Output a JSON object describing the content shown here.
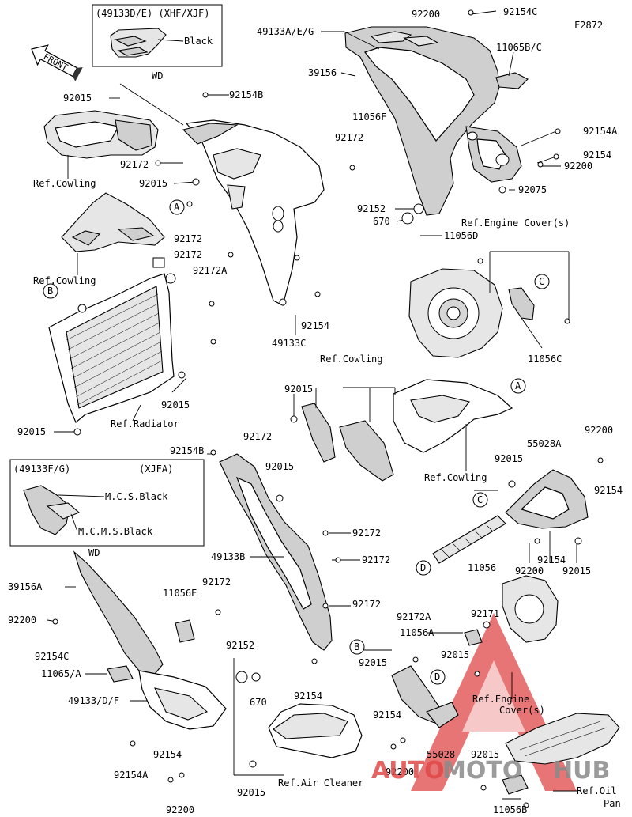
{
  "diagram_code": "F2872",
  "front_label": "FRONT",
  "insets": {
    "top": {
      "title": "(49133D/E) (XHF/XJF)",
      "color_label": "Black",
      "caption": "WD"
    },
    "left": {
      "title_left": "(49133F/G)",
      "title_right": "(XJFA)",
      "label_1": "M.C.S.Black",
      "label_2": "M.C.M.S.Black",
      "caption": "WD"
    }
  },
  "callouts": [
    "A",
    "A",
    "B",
    "B",
    "C",
    "C",
    "D",
    "D"
  ],
  "part_labels": [
    "92200",
    "92154C",
    "49133A/E/G",
    "11065B/C",
    "39156",
    "92015",
    "92154B",
    "92172",
    "11056F",
    "92154A",
    "92154",
    "92200",
    "92015",
    "92152",
    "670",
    "92075",
    "11056D",
    "92172",
    "92172",
    "92172",
    "92172A",
    "92154",
    "49133C",
    "Ref.Engine Cover(s)",
    "11056C",
    "Ref.Cowling",
    "Ref.Cowling",
    "Ref.Cowling",
    "Ref.Cowling",
    "92015",
    "92015",
    "92015",
    "Ref.Radiator",
    "92154B",
    "92172",
    "92015",
    "55028A",
    "92200",
    "92015",
    "92154",
    "11056",
    "92200",
    "92154",
    "92015",
    "92172",
    "49133B",
    "92172",
    "92172",
    "92172A",
    "39156A",
    "11056E",
    "92172",
    "92200",
    "92154C",
    "11065/A",
    "49133/D/F",
    "92152",
    "670",
    "92154",
    "92015",
    "92171",
    "11056A",
    "92015",
    "Ref.Engine",
    "Cover(s)",
    "92154",
    "55028",
    "92200",
    "92015",
    "92154A",
    "92154",
    "92200",
    "92015",
    "Ref.Air Cleaner",
    "Ref.Oil",
    "Pan",
    "11056B"
  ],
  "watermark": {
    "left": "AUTO",
    "mid": "MOTO",
    "right": "HUB"
  }
}
